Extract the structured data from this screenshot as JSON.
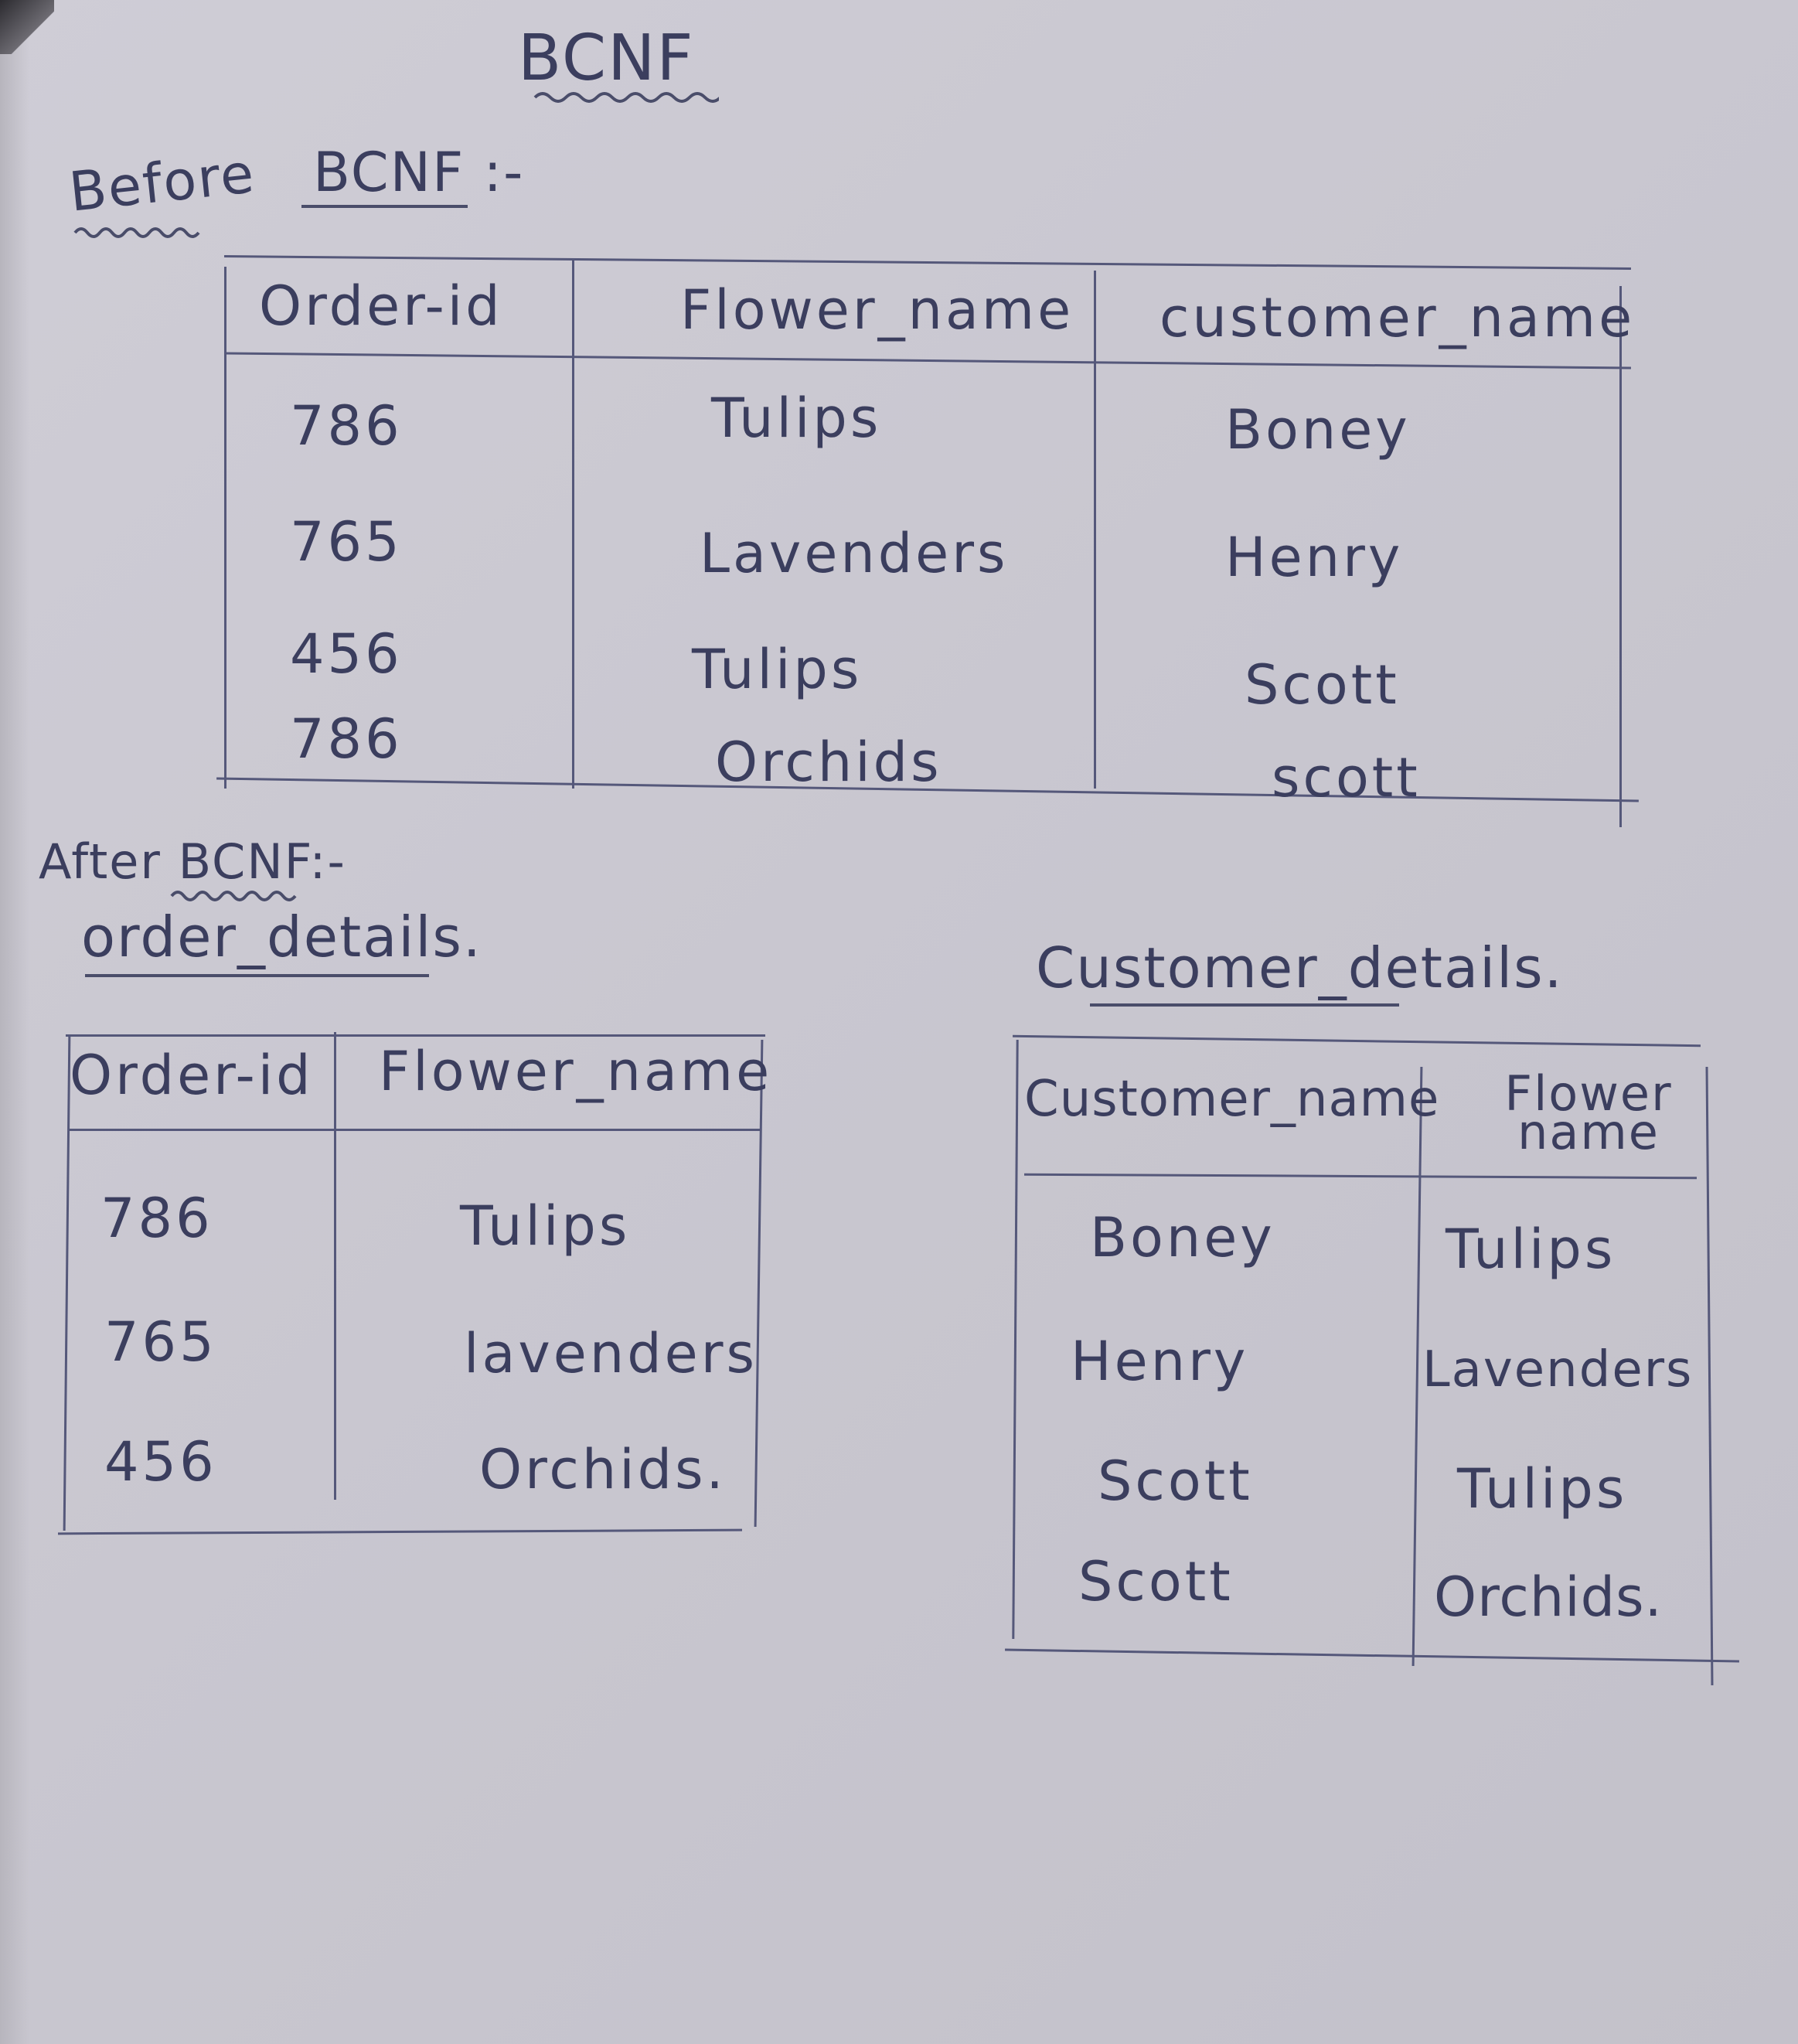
{
  "title": "BCNF",
  "before": {
    "heading_prefix": "Before",
    "heading_main": "BCNF :-",
    "columns": [
      "Order-id",
      "Flower_name",
      "customer_name"
    ],
    "rows": [
      [
        "786",
        "Tulips",
        "Boney"
      ],
      [
        "765",
        "Lavenders",
        "Henry"
      ],
      [
        "456",
        "Tulips",
        "Scott"
      ],
      [
        "786",
        "Orchids",
        "scott"
      ]
    ]
  },
  "after": {
    "heading": "After BCNF:-",
    "order_details": {
      "name": "order_details.",
      "columns": [
        "Order-id",
        "Flower_name"
      ],
      "rows": [
        [
          "786",
          "Tulips"
        ],
        [
          "765",
          "lavenders"
        ],
        [
          "456",
          "Orchids."
        ]
      ]
    },
    "customer_details": {
      "name": "Customer_details.",
      "columns": [
        "Customer_name",
        "Flower name"
      ],
      "rows": [
        [
          "Boney",
          "Tulips"
        ],
        [
          "Henry",
          "Lavenders"
        ],
        [
          "Scott",
          "Tulips"
        ],
        [
          "Scott",
          "Orchids."
        ]
      ]
    }
  }
}
